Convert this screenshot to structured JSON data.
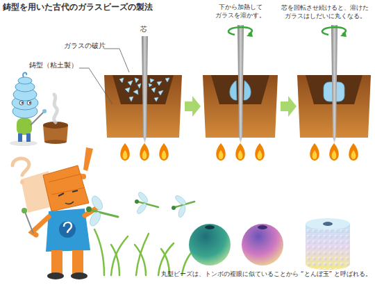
{
  "diagram": {
    "title": "鋳型を用いた古代のガラスビーズの製法",
    "caption": "丸型ビーズは、トンボの複眼に似ていることから “とんぼ玉” と呼ばれる。",
    "labels": [
      "芯",
      "ガラスの破片",
      "鋳型（粘土製）",
      "下から加熱して ガラスを溶かす。",
      "芯を回転させ続けると、溶けた ガラスはしだいに丸くなる。"
    ]
  }
}
